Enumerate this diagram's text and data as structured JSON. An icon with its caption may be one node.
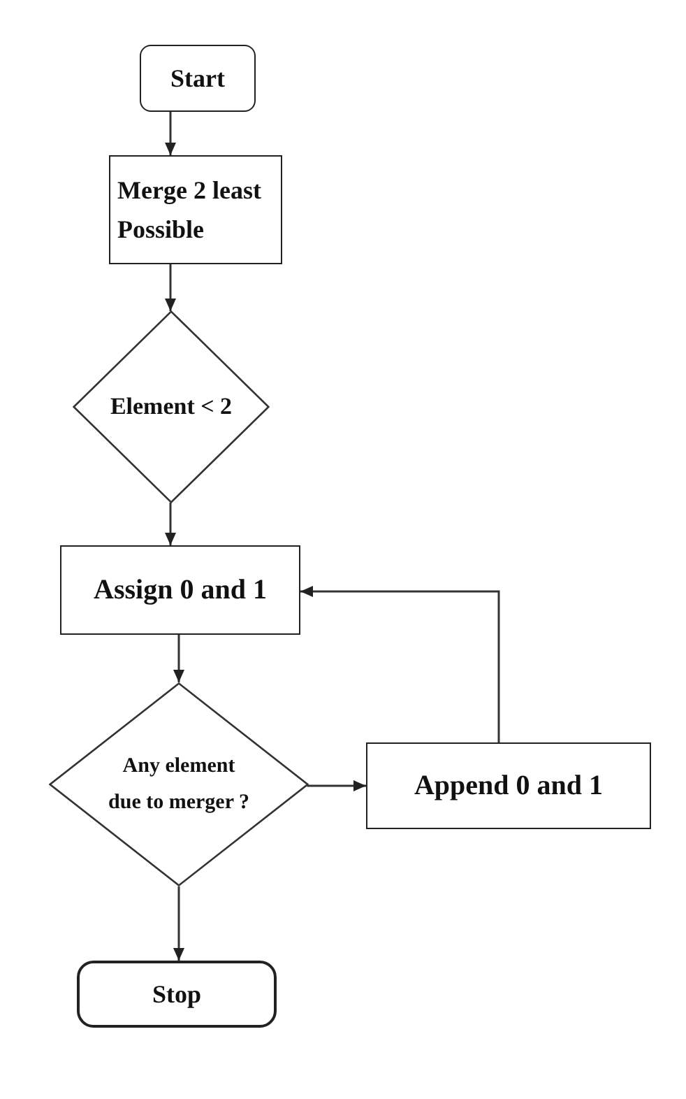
{
  "diagram": {
    "nodes": [
      {
        "text": [
          "Start"
        ]
      },
      {
        "text": [
          "Merge 2 least Possible"
        ]
      },
      {
        "text": [
          "Element < 2"
        ]
      },
      {
        "text": [
          "Assign 0 and 1"
        ]
      },
      {
        "text": [
          "Any element due to merger ?"
        ]
      },
      {
        "text": [
          "Append 0 and 1"
        ]
      },
      {
        "text": [
          "Stop"
        ]
      }
    ],
    "edges": [
      {
        "from": 0,
        "to": 1,
        "arrow": "to"
      },
      {
        "from": 1,
        "to": 2,
        "arrow": "to"
      },
      {
        "from": 2,
        "to": 3,
        "arrow": "to"
      },
      {
        "from": 3,
        "to": 4,
        "arrow": "to"
      },
      {
        "from": 4,
        "to": 5,
        "arrow": "to"
      },
      {
        "from": 5,
        "to": 3,
        "arrow": "to"
      },
      {
        "from": 4,
        "to": 6,
        "arrow": "to"
      }
    ]
  }
}
